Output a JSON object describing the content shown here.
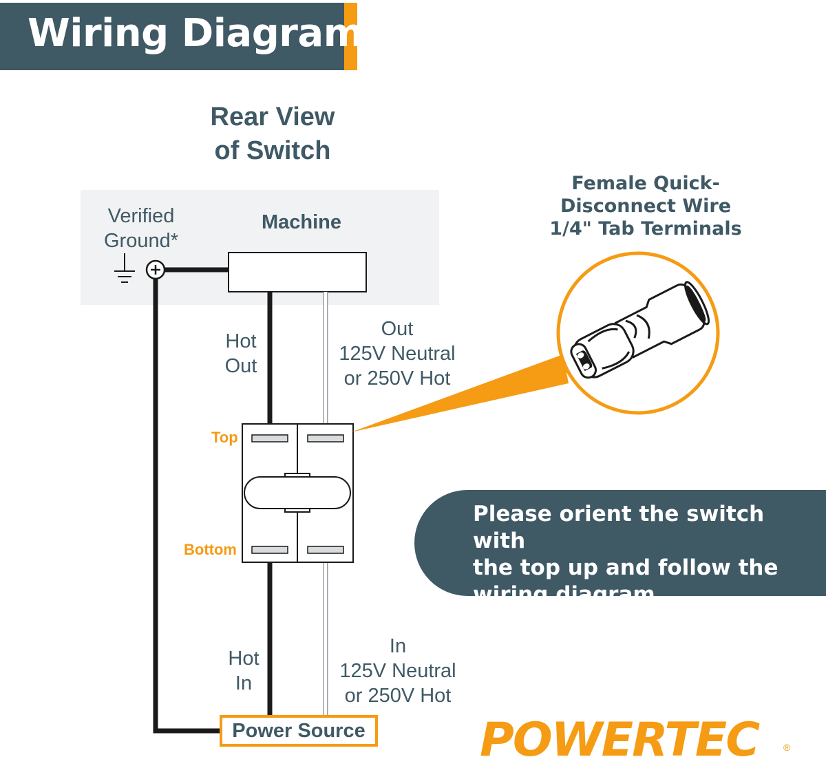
{
  "header": {
    "title": "Wiring Diagram",
    "colors": {
      "bar": "#3f5965",
      "accent": "#f59b14"
    }
  },
  "diagram": {
    "heading_line1": "Rear View",
    "heading_line2": "of Switch",
    "ground_line1": "Verified",
    "ground_line2": "Ground*",
    "ground_icon": "ground-symbol-icon",
    "screw_icon": "ground-screw-icon",
    "machine": "Machine",
    "hot_out_line1": "Hot",
    "hot_out_line2": "Out",
    "out_line1": "Out",
    "out_line2": "125V Neutral",
    "out_line3": "or 250V Hot",
    "top": "Top",
    "bottom": "Bottom",
    "hot_in_line1": "Hot",
    "hot_in_line2": "In",
    "in_line1": "In",
    "in_line2": "125V Neutral",
    "in_line3": "or 250V Hot",
    "power_source": "Power Source"
  },
  "terminal": {
    "line1": "Female Quick-",
    "line2": "Disconnect Wire",
    "line3": "1/4\" Tab Terminals",
    "icon": "quick-disconnect-terminal-icon"
  },
  "note": {
    "line1": "Please orient the switch with",
    "line2": "the top up and follow the",
    "line3": "wiring diagram"
  },
  "brand": {
    "logo": "POWERTEC",
    "registered": "®"
  }
}
